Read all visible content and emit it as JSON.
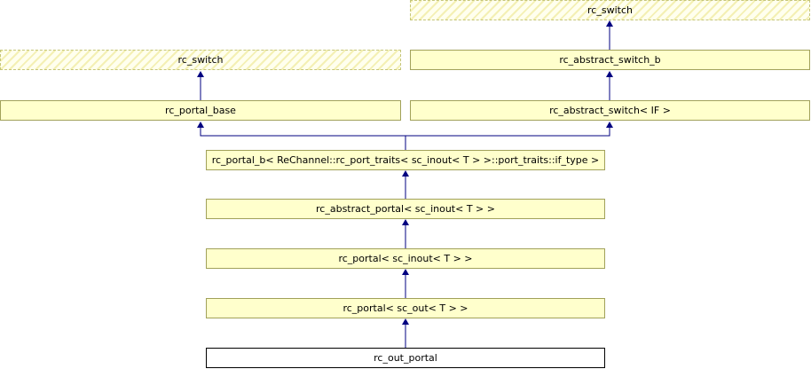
{
  "diagram": {
    "nodes": {
      "rc_switch_right": "rc_switch",
      "rc_abstract_switch_b": "rc_abstract_switch_b",
      "rc_switch_left": "rc_switch",
      "rc_portal_base": "rc_portal_base",
      "rc_abstract_switch_if": "rc_abstract_switch< IF >",
      "rc_portal_b": "rc_portal_b< ReChannel::rc_port_traits< sc_inout< T > >::port_traits::if_type >",
      "rc_abstract_portal": "rc_abstract_portal< sc_inout< T > >",
      "rc_portal_inout": "rc_portal< sc_inout< T > >",
      "rc_portal_out": "rc_portal< sc_out< T > >",
      "rc_out_portal": "rc_out_portal"
    },
    "edge_color": "#000080",
    "edges": [
      {
        "from": "rc_abstract_switch_b",
        "to": "rc_switch_right"
      },
      {
        "from": "rc_portal_base",
        "to": "rc_switch_left"
      },
      {
        "from": "rc_abstract_switch_if",
        "to": "rc_abstract_switch_b"
      },
      {
        "from": "rc_portal_b",
        "to": "rc_portal_base"
      },
      {
        "from": "rc_portal_b",
        "to": "rc_abstract_switch_if"
      },
      {
        "from": "rc_abstract_portal",
        "to": "rc_portal_b"
      },
      {
        "from": "rc_portal_inout",
        "to": "rc_abstract_portal"
      },
      {
        "from": "rc_portal_out",
        "to": "rc_portal_inout"
      },
      {
        "from": "rc_out_portal",
        "to": "rc_portal_out"
      }
    ]
  }
}
